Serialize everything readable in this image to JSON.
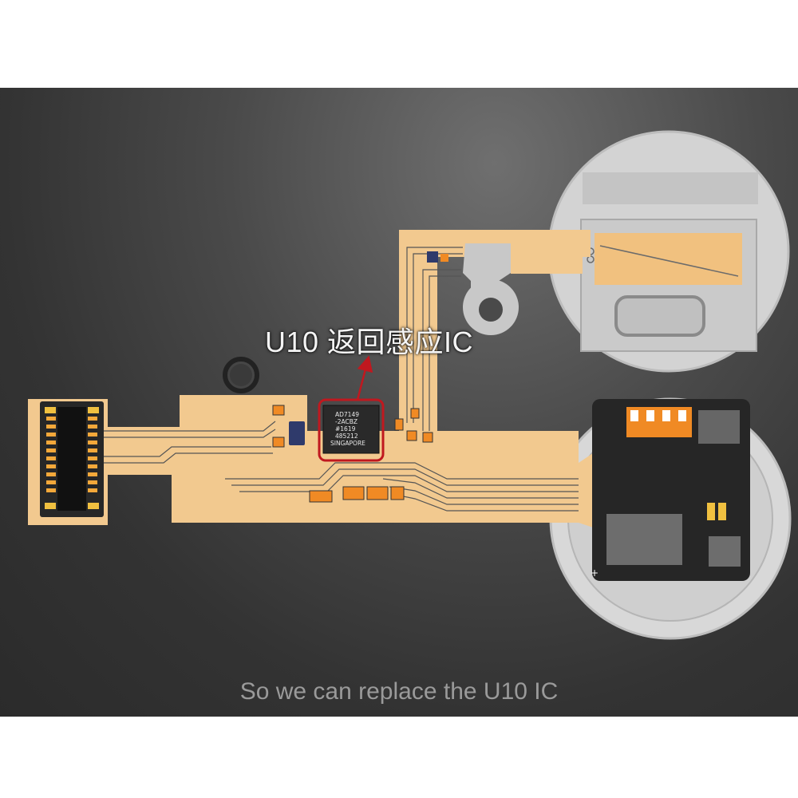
{
  "annotation": {
    "label": "U10 返回感应IC",
    "highlight_color": "#c0181f"
  },
  "chip": {
    "lines": [
      "AD7149",
      "-2ACBZ",
      "#1619",
      "485212",
      "SINGAPORE"
    ]
  },
  "caption": "So we can replace the U10 IC",
  "colors": {
    "background": "#3a3a3a",
    "flex_cable": "#f2c98f",
    "board_dark": "#262626",
    "component_orange": "#f08a24",
    "annotation_red": "#c0181f"
  }
}
